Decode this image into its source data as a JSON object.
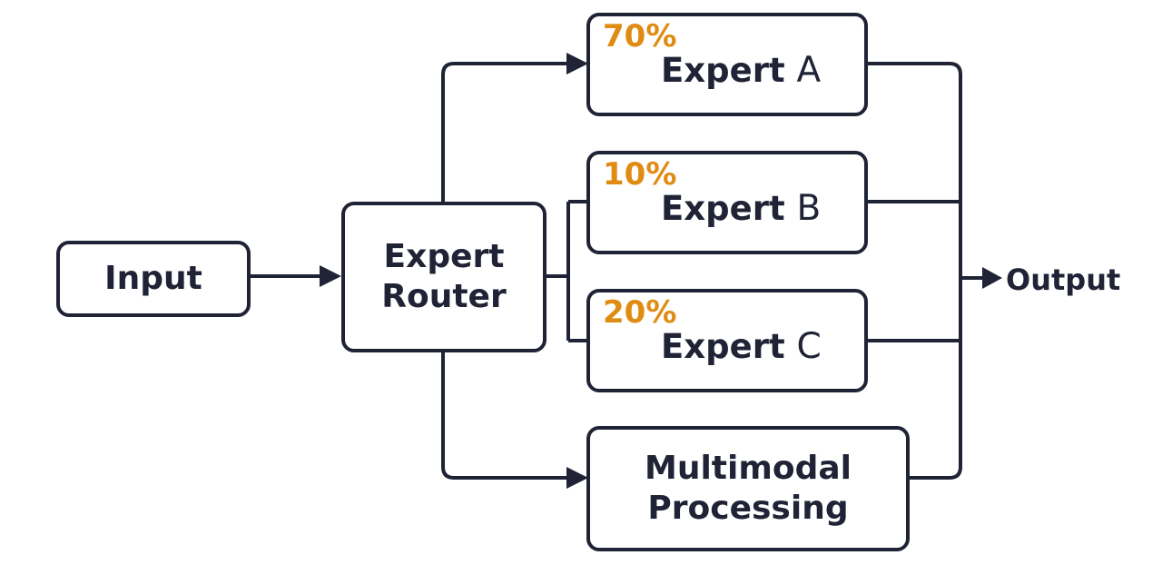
{
  "nodes": {
    "input": {
      "label": "Input"
    },
    "router": {
      "line1": "Expert",
      "line2": "Router"
    },
    "expert_a": {
      "word": "Expert",
      "letter": "A",
      "percent": "70%"
    },
    "expert_b": {
      "word": "Expert",
      "letter": "B",
      "percent": "10%"
    },
    "expert_c": {
      "word": "Expert",
      "letter": "C",
      "percent": "20%"
    },
    "multimodal": {
      "line1": "Multimodal",
      "line2": "Processing"
    },
    "output": {
      "label": "Output"
    }
  },
  "colors": {
    "stroke": "#1f2335",
    "accent": "#e08b12",
    "background": "#ffffff"
  }
}
